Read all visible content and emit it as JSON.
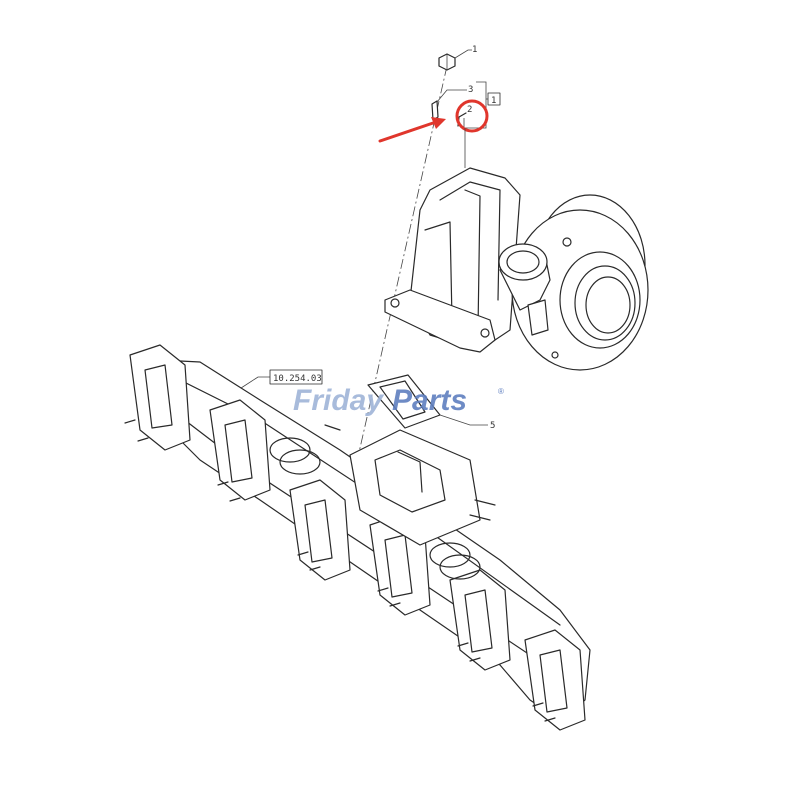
{
  "callouts": {
    "item_1_top": "1",
    "item_3": "3",
    "item_2": "2",
    "item_box_1": "1",
    "item_5": "5",
    "reference": "10.254.03"
  },
  "watermark": {
    "part_a": "Friday",
    "part_b": "Parts",
    "mark": "®"
  },
  "colors": {
    "highlight": "#e0362c",
    "watermark_light": "#9fb4d8",
    "watermark_dark": "#5f7fbf"
  }
}
